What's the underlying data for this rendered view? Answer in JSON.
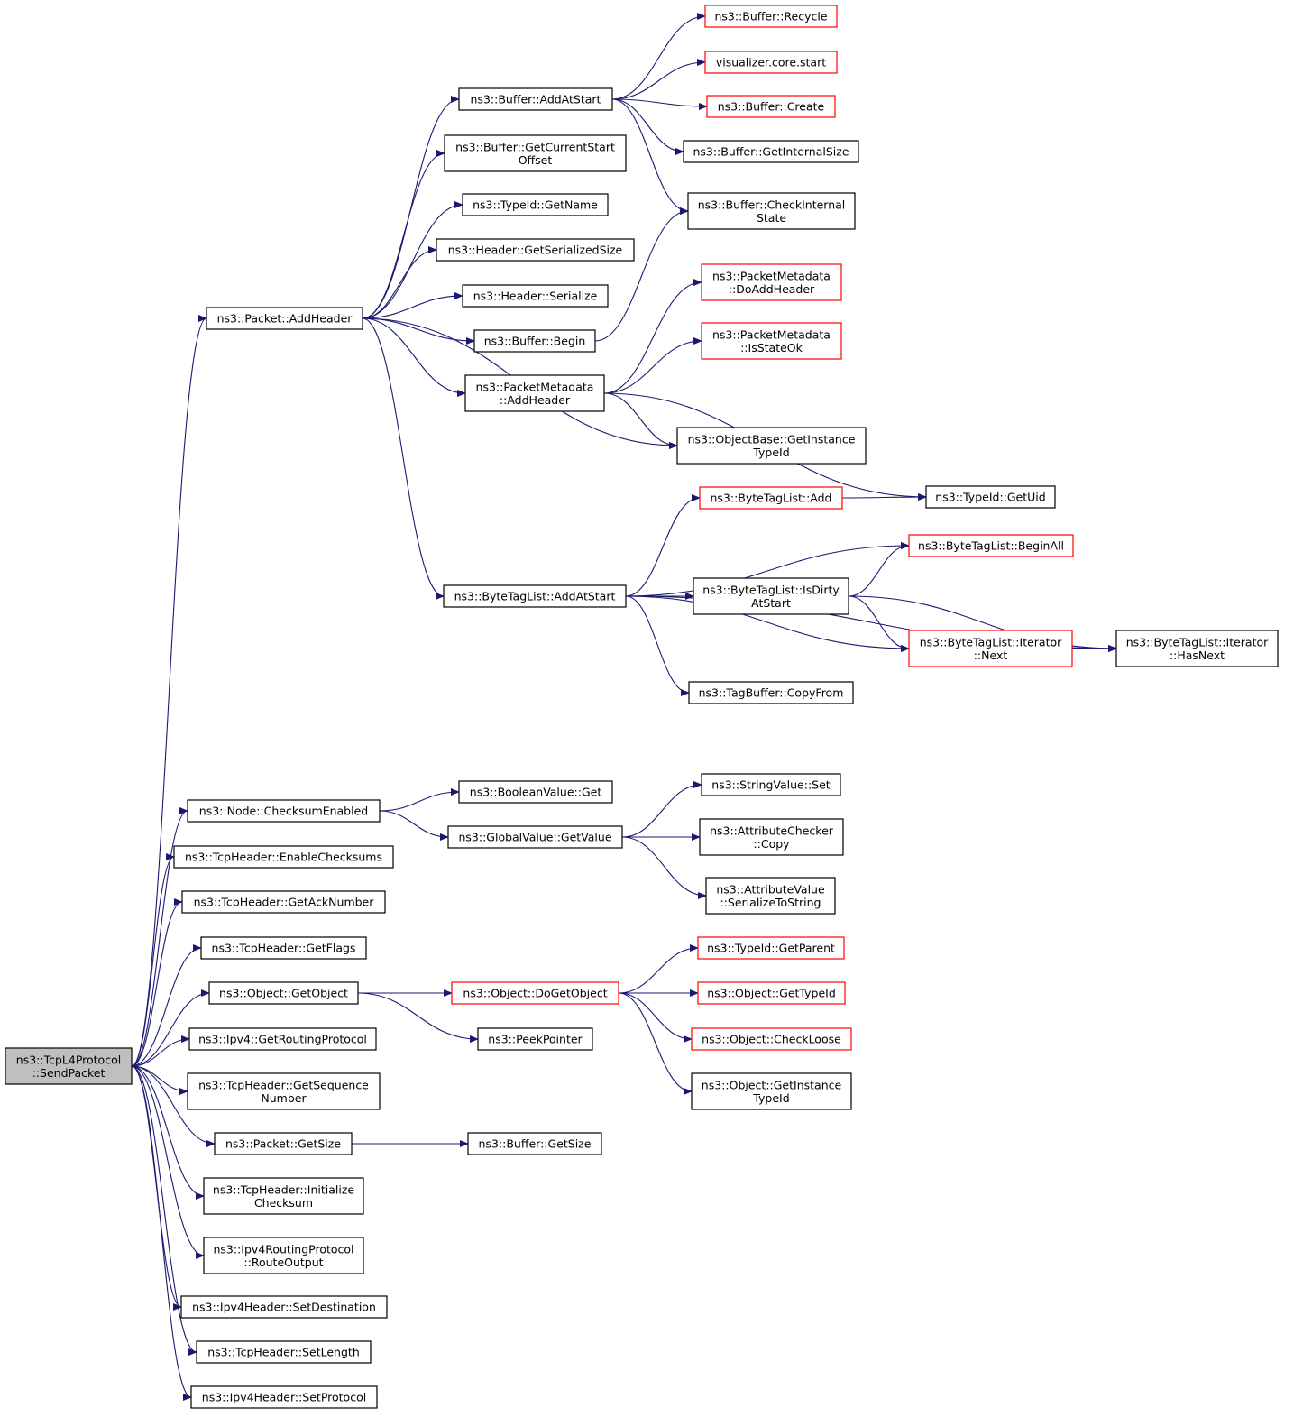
{
  "colors": {
    "edge": "#191970",
    "border_normal": "#000000",
    "border_truncated": "#ff0000",
    "fill_root": "#bfbfbf",
    "fill_normal": "#ffffff"
  },
  "nodes": {
    "root": {
      "lines": [
        "ns3::TcpL4Protocol",
        "::SendPacket"
      ],
      "kind": "root"
    },
    "packet_addheader": {
      "lines": [
        "ns3::Packet::AddHeader"
      ],
      "kind": "normal"
    },
    "buffer_addatstart": {
      "lines": [
        "ns3::Buffer::AddAtStart"
      ],
      "kind": "normal"
    },
    "buffer_getcurrentstartoffset": {
      "lines": [
        "ns3::Buffer::GetCurrentStart",
        "Offset"
      ],
      "kind": "normal"
    },
    "typeid_getname": {
      "lines": [
        "ns3::TypeId::GetName"
      ],
      "kind": "normal"
    },
    "header_getserializedsize": {
      "lines": [
        "ns3::Header::GetSerializedSize"
      ],
      "kind": "normal"
    },
    "header_serialize": {
      "lines": [
        "ns3::Header::Serialize"
      ],
      "kind": "normal"
    },
    "buffer_begin": {
      "lines": [
        "ns3::Buffer::Begin"
      ],
      "kind": "normal"
    },
    "packetmetadata_addheader": {
      "lines": [
        "ns3::PacketMetadata",
        "::AddHeader"
      ],
      "kind": "normal"
    },
    "bytetaglist_addatstart": {
      "lines": [
        "ns3::ByteTagList::AddAtStart"
      ],
      "kind": "normal"
    },
    "buffer_recycle": {
      "lines": [
        "ns3::Buffer::Recycle"
      ],
      "kind": "truncated"
    },
    "visualizer_core_start": {
      "lines": [
        "visualizer.core.start"
      ],
      "kind": "truncated"
    },
    "buffer_create": {
      "lines": [
        "ns3::Buffer::Create"
      ],
      "kind": "truncated"
    },
    "buffer_getinternalsize": {
      "lines": [
        "ns3::Buffer::GetInternalSize"
      ],
      "kind": "normal"
    },
    "buffer_checkinternalstate": {
      "lines": [
        "ns3::Buffer::CheckInternal",
        "State"
      ],
      "kind": "normal"
    },
    "packetmetadata_doaddheader": {
      "lines": [
        "ns3::PacketMetadata",
        "::DoAddHeader"
      ],
      "kind": "truncated"
    },
    "packetmetadata_isstateok": {
      "lines": [
        "ns3::PacketMetadata",
        "::IsStateOk"
      ],
      "kind": "truncated"
    },
    "objectbase_getinstancetypeid": {
      "lines": [
        "ns3::ObjectBase::GetInstance",
        "TypeId"
      ],
      "kind": "normal"
    },
    "bytetaglist_add": {
      "lines": [
        "ns3::ByteTagList::Add"
      ],
      "kind": "truncated"
    },
    "typeid_getuid": {
      "lines": [
        "ns3::TypeId::GetUid"
      ],
      "kind": "normal"
    },
    "bytetaglist_beginall": {
      "lines": [
        "ns3::ByteTagList::BeginAll"
      ],
      "kind": "truncated"
    },
    "bytetaglist_isdirtyatstart": {
      "lines": [
        "ns3::ByteTagList::IsDirty",
        "AtStart"
      ],
      "kind": "normal"
    },
    "bytetaglist_iterator_next": {
      "lines": [
        "ns3::ByteTagList::Iterator",
        "::Next"
      ],
      "kind": "truncated"
    },
    "bytetaglist_iterator_hasnext": {
      "lines": [
        "ns3::ByteTagList::Iterator",
        "::HasNext"
      ],
      "kind": "normal"
    },
    "tagbuffer_copyfrom": {
      "lines": [
        "ns3::TagBuffer::CopyFrom"
      ],
      "kind": "normal"
    },
    "node_checksumenabled": {
      "lines": [
        "ns3::Node::ChecksumEnabled"
      ],
      "kind": "normal"
    },
    "booleanvalue_get": {
      "lines": [
        "ns3::BooleanValue::Get"
      ],
      "kind": "normal"
    },
    "globalvalue_getvalue": {
      "lines": [
        "ns3::GlobalValue::GetValue"
      ],
      "kind": "normal"
    },
    "stringvalue_set": {
      "lines": [
        "ns3::StringValue::Set"
      ],
      "kind": "normal"
    },
    "attributechecker_copy": {
      "lines": [
        "ns3::AttributeChecker",
        "::Copy"
      ],
      "kind": "normal"
    },
    "attributevalue_serializetostring": {
      "lines": [
        "ns3::AttributeValue",
        "::SerializeToString"
      ],
      "kind": "normal"
    },
    "tcpheader_enablechecksums": {
      "lines": [
        "ns3::TcpHeader::EnableChecksums"
      ],
      "kind": "normal"
    },
    "tcpheader_getacknumber": {
      "lines": [
        "ns3::TcpHeader::GetAckNumber"
      ],
      "kind": "normal"
    },
    "tcpheader_getflags": {
      "lines": [
        "ns3::TcpHeader::GetFlags"
      ],
      "kind": "normal"
    },
    "object_getobject": {
      "lines": [
        "ns3::Object::GetObject"
      ],
      "kind": "normal"
    },
    "object_dogetobject": {
      "lines": [
        "ns3::Object::DoGetObject"
      ],
      "kind": "truncated"
    },
    "peekpointer": {
      "lines": [
        "ns3::PeekPointer"
      ],
      "kind": "normal"
    },
    "typeid_getparent": {
      "lines": [
        "ns3::TypeId::GetParent"
      ],
      "kind": "truncated"
    },
    "object_gettypeid": {
      "lines": [
        "ns3::Object::GetTypeId"
      ],
      "kind": "truncated"
    },
    "object_checkloose": {
      "lines": [
        "ns3::Object::CheckLoose"
      ],
      "kind": "truncated"
    },
    "object_getinstancetypeid": {
      "lines": [
        "ns3::Object::GetInstance",
        "TypeId"
      ],
      "kind": "normal"
    },
    "ipv4_getroutingprotocol": {
      "lines": [
        "ns3::Ipv4::GetRoutingProtocol"
      ],
      "kind": "normal"
    },
    "tcpheader_getsequencenumber": {
      "lines": [
        "ns3::TcpHeader::GetSequence",
        "Number"
      ],
      "kind": "normal"
    },
    "packet_getsize": {
      "lines": [
        "ns3::Packet::GetSize"
      ],
      "kind": "normal"
    },
    "buffer_getsize": {
      "lines": [
        "ns3::Buffer::GetSize"
      ],
      "kind": "normal"
    },
    "tcpheader_initializechecksum": {
      "lines": [
        "ns3::TcpHeader::Initialize",
        "Checksum"
      ],
      "kind": "normal"
    },
    "ipv4routingprotocol_routeoutput": {
      "lines": [
        "ns3::Ipv4RoutingProtocol",
        "::RouteOutput"
      ],
      "kind": "normal"
    },
    "ipv4header_setdestination": {
      "lines": [
        "ns3::Ipv4Header::SetDestination"
      ],
      "kind": "normal"
    },
    "tcpheader_setlength": {
      "lines": [
        "ns3::TcpHeader::SetLength"
      ],
      "kind": "normal"
    },
    "ipv4header_setprotocol": {
      "lines": [
        "ns3::Ipv4Header::SetProtocol"
      ],
      "kind": "normal"
    }
  },
  "edges": [
    [
      "root",
      "packet_addheader"
    ],
    [
      "root",
      "node_checksumenabled"
    ],
    [
      "root",
      "tcpheader_enablechecksums"
    ],
    [
      "root",
      "tcpheader_getacknumber"
    ],
    [
      "root",
      "tcpheader_getflags"
    ],
    [
      "root",
      "object_getobject"
    ],
    [
      "root",
      "ipv4_getroutingprotocol"
    ],
    [
      "root",
      "tcpheader_getsequencenumber"
    ],
    [
      "root",
      "packet_getsize"
    ],
    [
      "root",
      "tcpheader_initializechecksum"
    ],
    [
      "root",
      "ipv4routingprotocol_routeoutput"
    ],
    [
      "root",
      "ipv4header_setdestination"
    ],
    [
      "root",
      "tcpheader_setlength"
    ],
    [
      "root",
      "ipv4header_setprotocol"
    ],
    [
      "packet_addheader",
      "buffer_addatstart"
    ],
    [
      "packet_addheader",
      "buffer_getcurrentstartoffset"
    ],
    [
      "packet_addheader",
      "typeid_getname"
    ],
    [
      "packet_addheader",
      "header_getserializedsize"
    ],
    [
      "packet_addheader",
      "header_serialize"
    ],
    [
      "packet_addheader",
      "buffer_begin"
    ],
    [
      "packet_addheader",
      "packetmetadata_addheader"
    ],
    [
      "packet_addheader",
      "objectbase_getinstancetypeid"
    ],
    [
      "packet_addheader",
      "bytetaglist_addatstart"
    ],
    [
      "buffer_addatstart",
      "buffer_recycle"
    ],
    [
      "buffer_addatstart",
      "visualizer_core_start"
    ],
    [
      "buffer_addatstart",
      "buffer_create"
    ],
    [
      "buffer_addatstart",
      "buffer_getinternalsize"
    ],
    [
      "buffer_addatstart",
      "buffer_checkinternalstate"
    ],
    [
      "buffer_begin",
      "buffer_checkinternalstate"
    ],
    [
      "packetmetadata_addheader",
      "packetmetadata_doaddheader"
    ],
    [
      "packetmetadata_addheader",
      "packetmetadata_isstateok"
    ],
    [
      "packetmetadata_addheader",
      "objectbase_getinstancetypeid"
    ],
    [
      "packetmetadata_addheader",
      "typeid_getuid"
    ],
    [
      "bytetaglist_addatstart",
      "bytetaglist_add"
    ],
    [
      "bytetaglist_addatstart",
      "bytetaglist_beginall"
    ],
    [
      "bytetaglist_addatstart",
      "bytetaglist_isdirtyatstart"
    ],
    [
      "bytetaglist_addatstart",
      "bytetaglist_iterator_next"
    ],
    [
      "bytetaglist_addatstart",
      "tagbuffer_copyfrom"
    ],
    [
      "bytetaglist_addatstart",
      "bytetaglist_iterator_hasnext"
    ],
    [
      "bytetaglist_add",
      "typeid_getuid"
    ],
    [
      "bytetaglist_isdirtyatstart",
      "bytetaglist_beginall"
    ],
    [
      "bytetaglist_isdirtyatstart",
      "bytetaglist_iterator_next"
    ],
    [
      "bytetaglist_isdirtyatstart",
      "bytetaglist_iterator_hasnext"
    ],
    [
      "bytetaglist_iterator_next",
      "bytetaglist_iterator_hasnext"
    ],
    [
      "node_checksumenabled",
      "booleanvalue_get"
    ],
    [
      "node_checksumenabled",
      "globalvalue_getvalue"
    ],
    [
      "globalvalue_getvalue",
      "stringvalue_set"
    ],
    [
      "globalvalue_getvalue",
      "attributechecker_copy"
    ],
    [
      "globalvalue_getvalue",
      "attributevalue_serializetostring"
    ],
    [
      "object_getobject",
      "object_dogetobject"
    ],
    [
      "object_getobject",
      "peekpointer"
    ],
    [
      "object_dogetobject",
      "typeid_getparent"
    ],
    [
      "object_dogetobject",
      "object_gettypeid"
    ],
    [
      "object_dogetobject",
      "object_checkloose"
    ],
    [
      "object_dogetobject",
      "object_getinstancetypeid"
    ],
    [
      "packet_getsize",
      "buffer_getsize"
    ]
  ]
}
